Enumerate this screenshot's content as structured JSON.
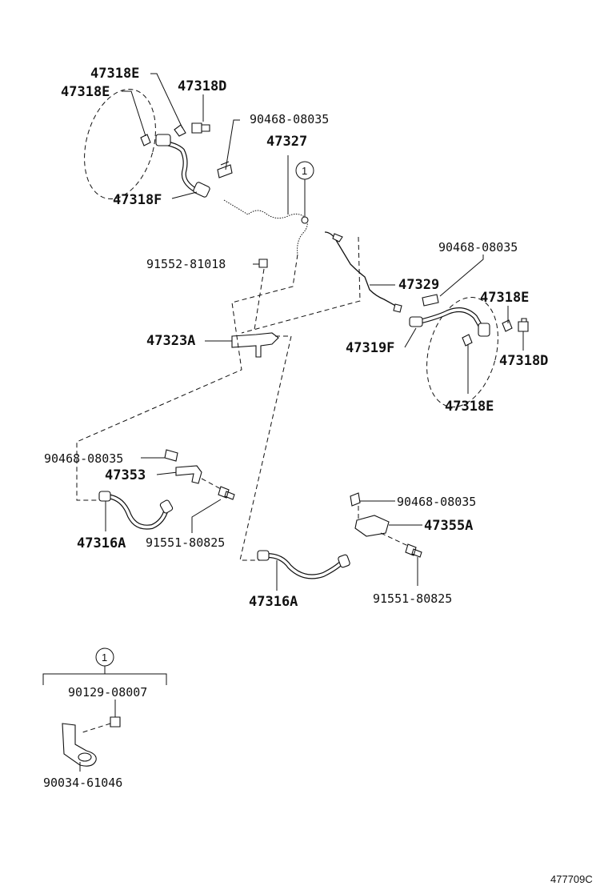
{
  "labels": {
    "p47318E_a": "47318E",
    "p47318E_b": "47318E",
    "p47318D_a": "47318D",
    "p90468_a": "90468-08035",
    "p47327": "47327",
    "p47318F": "47318F",
    "p91552": "91552-81018",
    "p90468_b": "90468-08035",
    "p47329": "47329",
    "p47318E_c": "47318E",
    "p47319F": "47319F",
    "p47318D_b": "47318D",
    "p47323A": "47323A",
    "p47318E_d": "47318E",
    "p90468_c": "90468-08035",
    "p47353": "47353",
    "p47316A_a": "47316A",
    "p91551_a": "91551-80825",
    "p90468_d": "90468-08035",
    "p47355A": "47355A",
    "p47316A_b": "47316A",
    "p91551_b": "91551-80825",
    "p90129": "90129-08007",
    "p90034": "90034-61046",
    "callout_main": "1",
    "callout_legend": "1"
  },
  "diagram_code": "477709C"
}
